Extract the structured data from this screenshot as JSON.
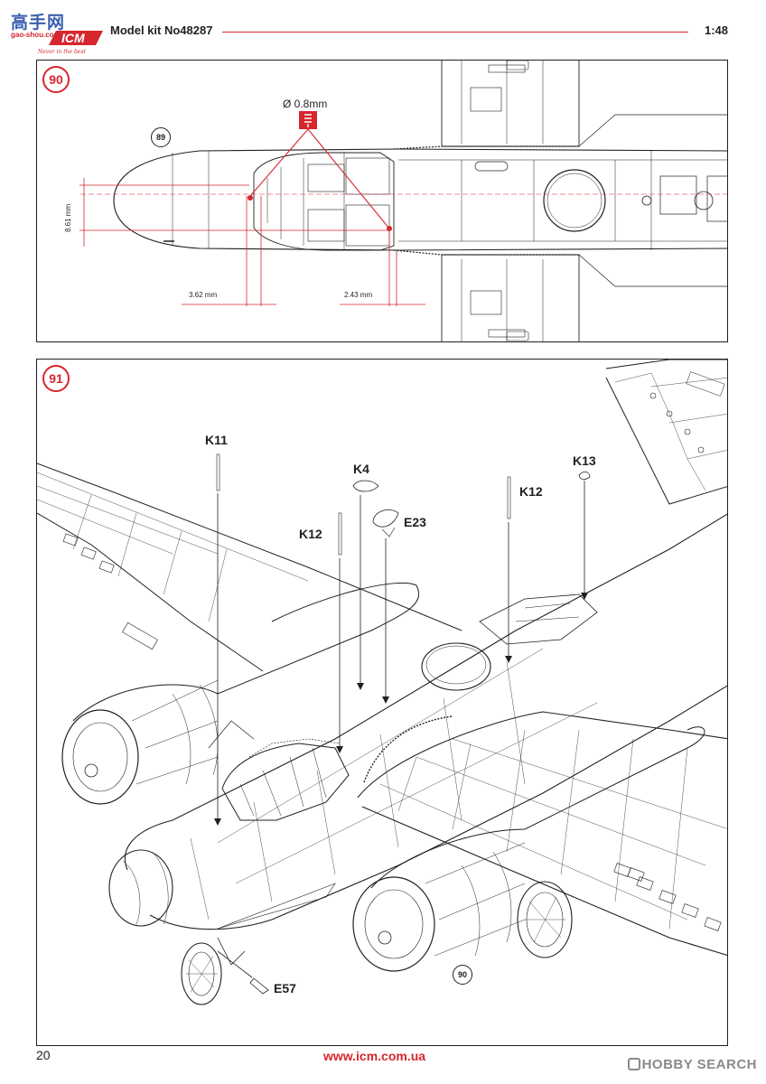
{
  "header": {
    "watermark_site": "高手网",
    "watermark_url": "gao-shou.com",
    "brand": "ICM",
    "tagline": "Never in the best",
    "kit_label": "Model kit No48287",
    "scale": "1:48"
  },
  "step90": {
    "number": "90",
    "drill_label": "Ø 0.8mm",
    "ref_step": "89",
    "dim_vertical": "8.61 mm",
    "dim_left": "3.62 mm",
    "dim_right": "2.43 mm"
  },
  "step91": {
    "number": "91",
    "ref_step": "90",
    "parts": {
      "k11": "K11",
      "k4": "K4",
      "k12_left": "K12",
      "e23": "E23",
      "k12_right": "K12",
      "k13": "K13",
      "e57": "E57"
    }
  },
  "footer": {
    "page_number": "20",
    "url": "www.icm.com.ua",
    "watermark": "HOBBY SEARCH"
  },
  "colors": {
    "accent_red": "#d6262e",
    "line": "#231f20",
    "watermark_blue": "#3a5fb0"
  }
}
